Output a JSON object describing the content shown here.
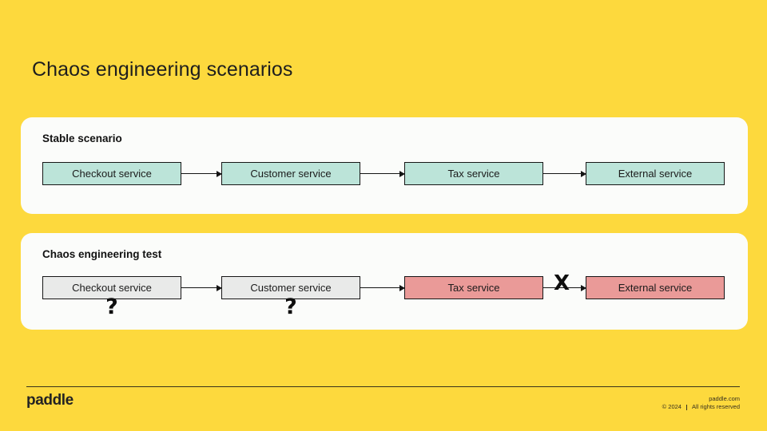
{
  "slide": {
    "title": "Chaos engineering scenarios"
  },
  "colors": {
    "background": "#FDD93D",
    "card_background": "#FBFCFA",
    "healthy_node": "#BCE4D9",
    "unknown_node": "#E9EAE9",
    "failed_node": "#EA9A98",
    "node_border": "#161616",
    "text": "#1E1E1E"
  },
  "diagrams": [
    {
      "label": "Stable scenario",
      "nodes": [
        {
          "label": "Checkout service",
          "state": "healthy"
        },
        {
          "label": "Customer service",
          "state": "healthy"
        },
        {
          "label": "Tax service",
          "state": "healthy"
        },
        {
          "label": "External service",
          "state": "healthy"
        }
      ],
      "connectors": [
        "arrow",
        "arrow",
        "arrow"
      ]
    },
    {
      "label": "Chaos engineering test",
      "nodes": [
        {
          "label": "Checkout service",
          "state": "unknown",
          "annotation": "?"
        },
        {
          "label": "Customer service",
          "state": "unknown",
          "annotation": "?"
        },
        {
          "label": "Tax service",
          "state": "failed"
        },
        {
          "label": "External service",
          "state": "failed"
        }
      ],
      "connectors": [
        "arrow",
        "arrow",
        "broken-arrow"
      ],
      "break_symbol": "X"
    }
  ],
  "footer": {
    "logo": "paddle",
    "website": "paddle.com",
    "copyright": "© 2024",
    "rights": "All rights reserved"
  }
}
